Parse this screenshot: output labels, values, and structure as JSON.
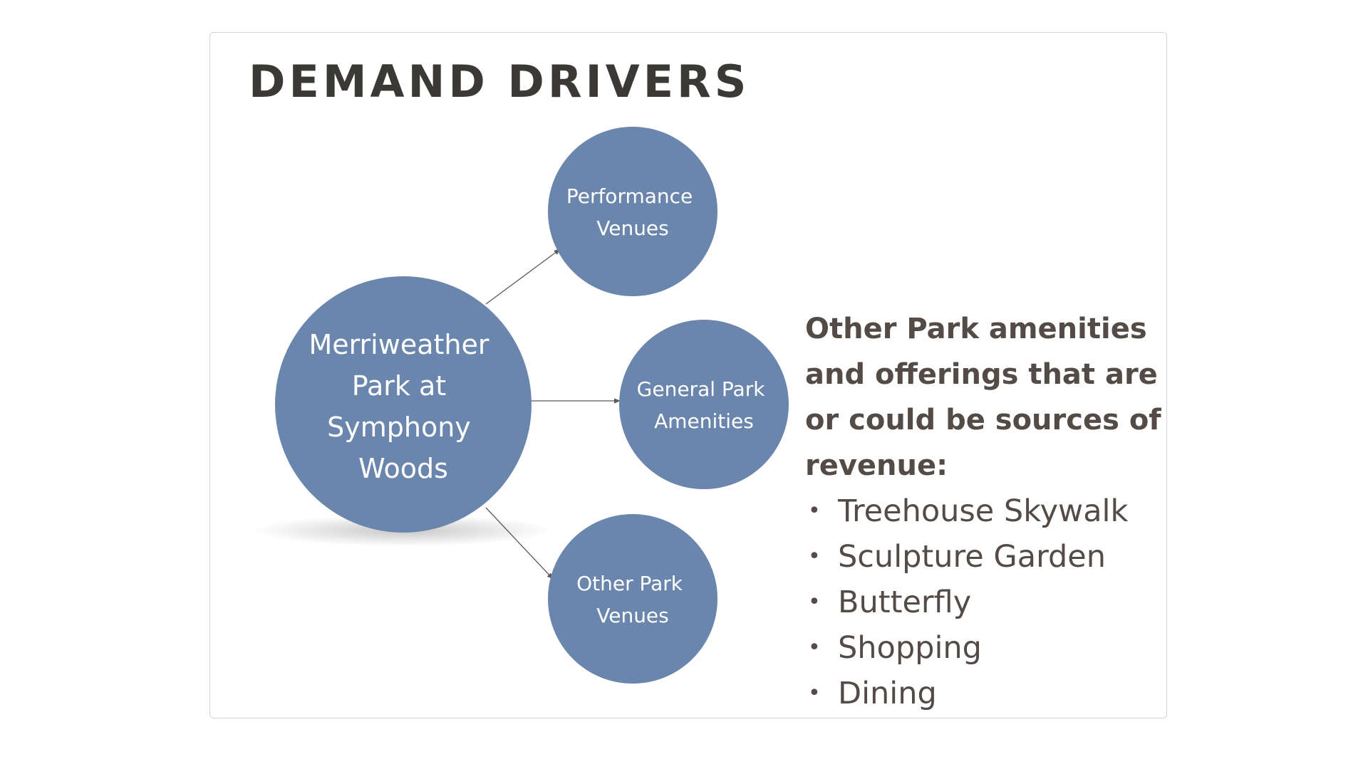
{
  "title": "DEMAND DRIVERS",
  "diagram": {
    "center": {
      "lines": [
        "Merriweather",
        "Park at",
        "Symphony",
        "Woods"
      ]
    },
    "nodes": [
      {
        "lines": [
          "Performance",
          "Venues"
        ]
      },
      {
        "lines": [
          "General Park",
          "Amenities"
        ]
      },
      {
        "lines": [
          "Other Park",
          "Venues"
        ]
      }
    ],
    "colors": {
      "node_fill": "#6b86ad",
      "connector": "#5a5a5a",
      "text": "#ffffff"
    }
  },
  "side_panel": {
    "heading_lines": [
      "Other Park amenities",
      "and offerings that are",
      "or could be sources of",
      "revenue:"
    ],
    "bullet_glyph": "•",
    "items": [
      "Treehouse Skywalk",
      "Sculpture Garden",
      "Butterfly",
      "Shopping",
      "Dining"
    ],
    "text_color": "#544b47"
  }
}
